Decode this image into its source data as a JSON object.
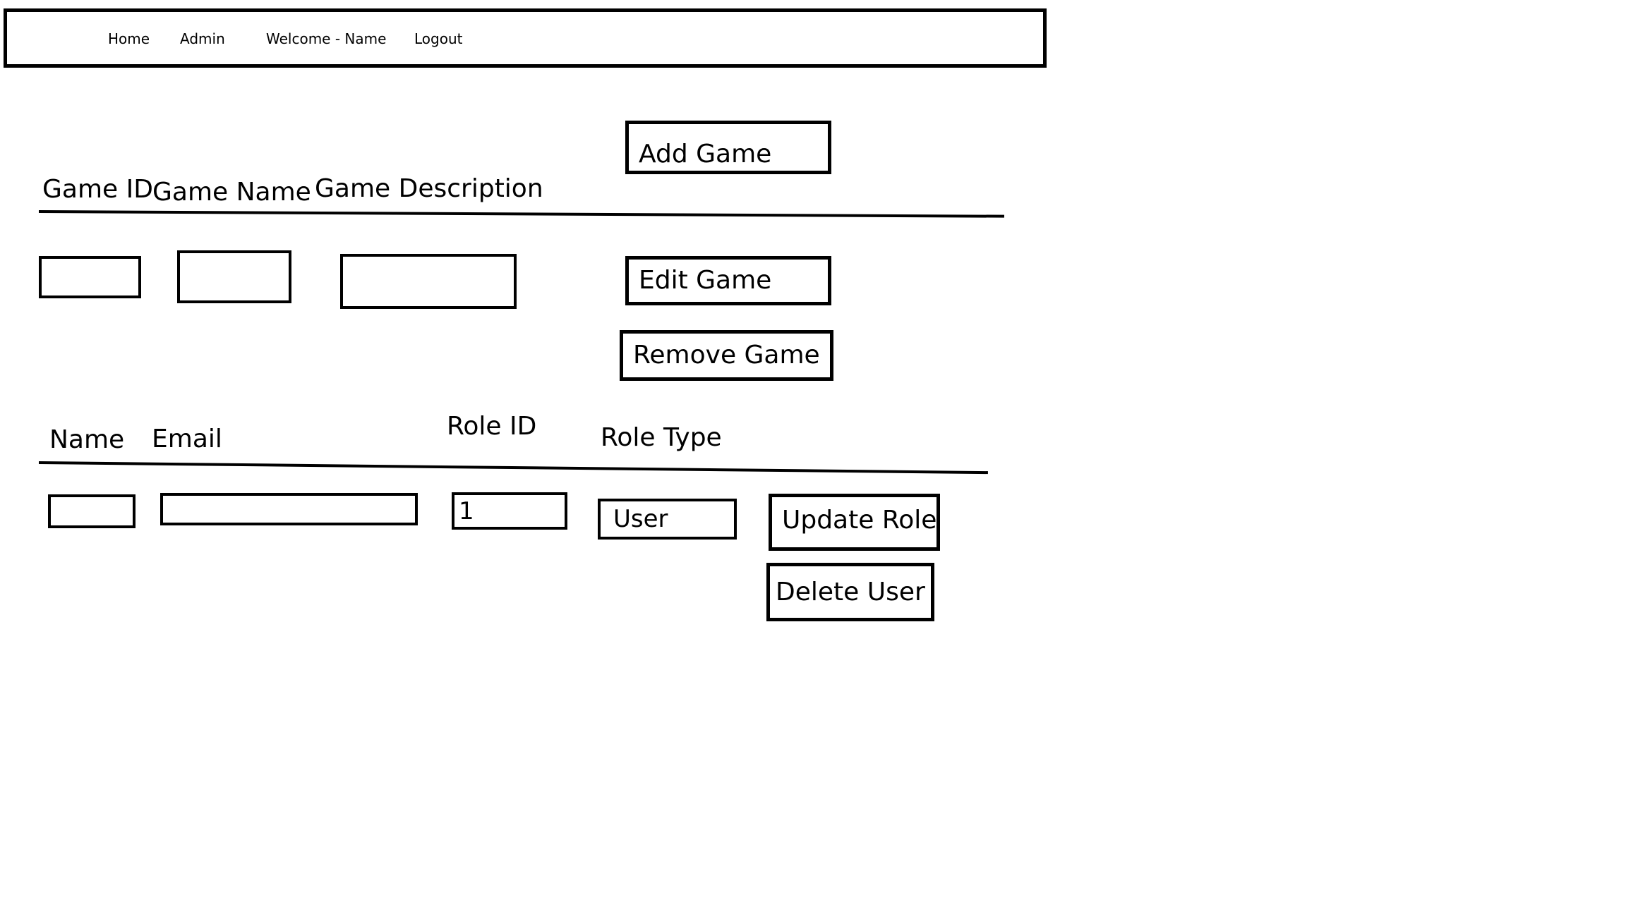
{
  "nav": {
    "home": "Home",
    "admin": "Admin",
    "welcome": "Welcome - Name",
    "logout": "Logout"
  },
  "games": {
    "add_button": "Add Game",
    "columns": {
      "id": "Game ID",
      "name": "Game Name",
      "description": "Game Description"
    },
    "row": {
      "id": "",
      "name": "",
      "description": ""
    },
    "edit_button": "Edit Game",
    "remove_button": "Remove Game"
  },
  "users": {
    "columns": {
      "name": "Name",
      "email": "Email",
      "role_id": "Role ID",
      "role_type": "Role Type"
    },
    "row": {
      "name": "",
      "email": "",
      "role_id": "1",
      "role_type": "User"
    },
    "update_role_button": "Update Role",
    "delete_user_button": "Delete User"
  }
}
